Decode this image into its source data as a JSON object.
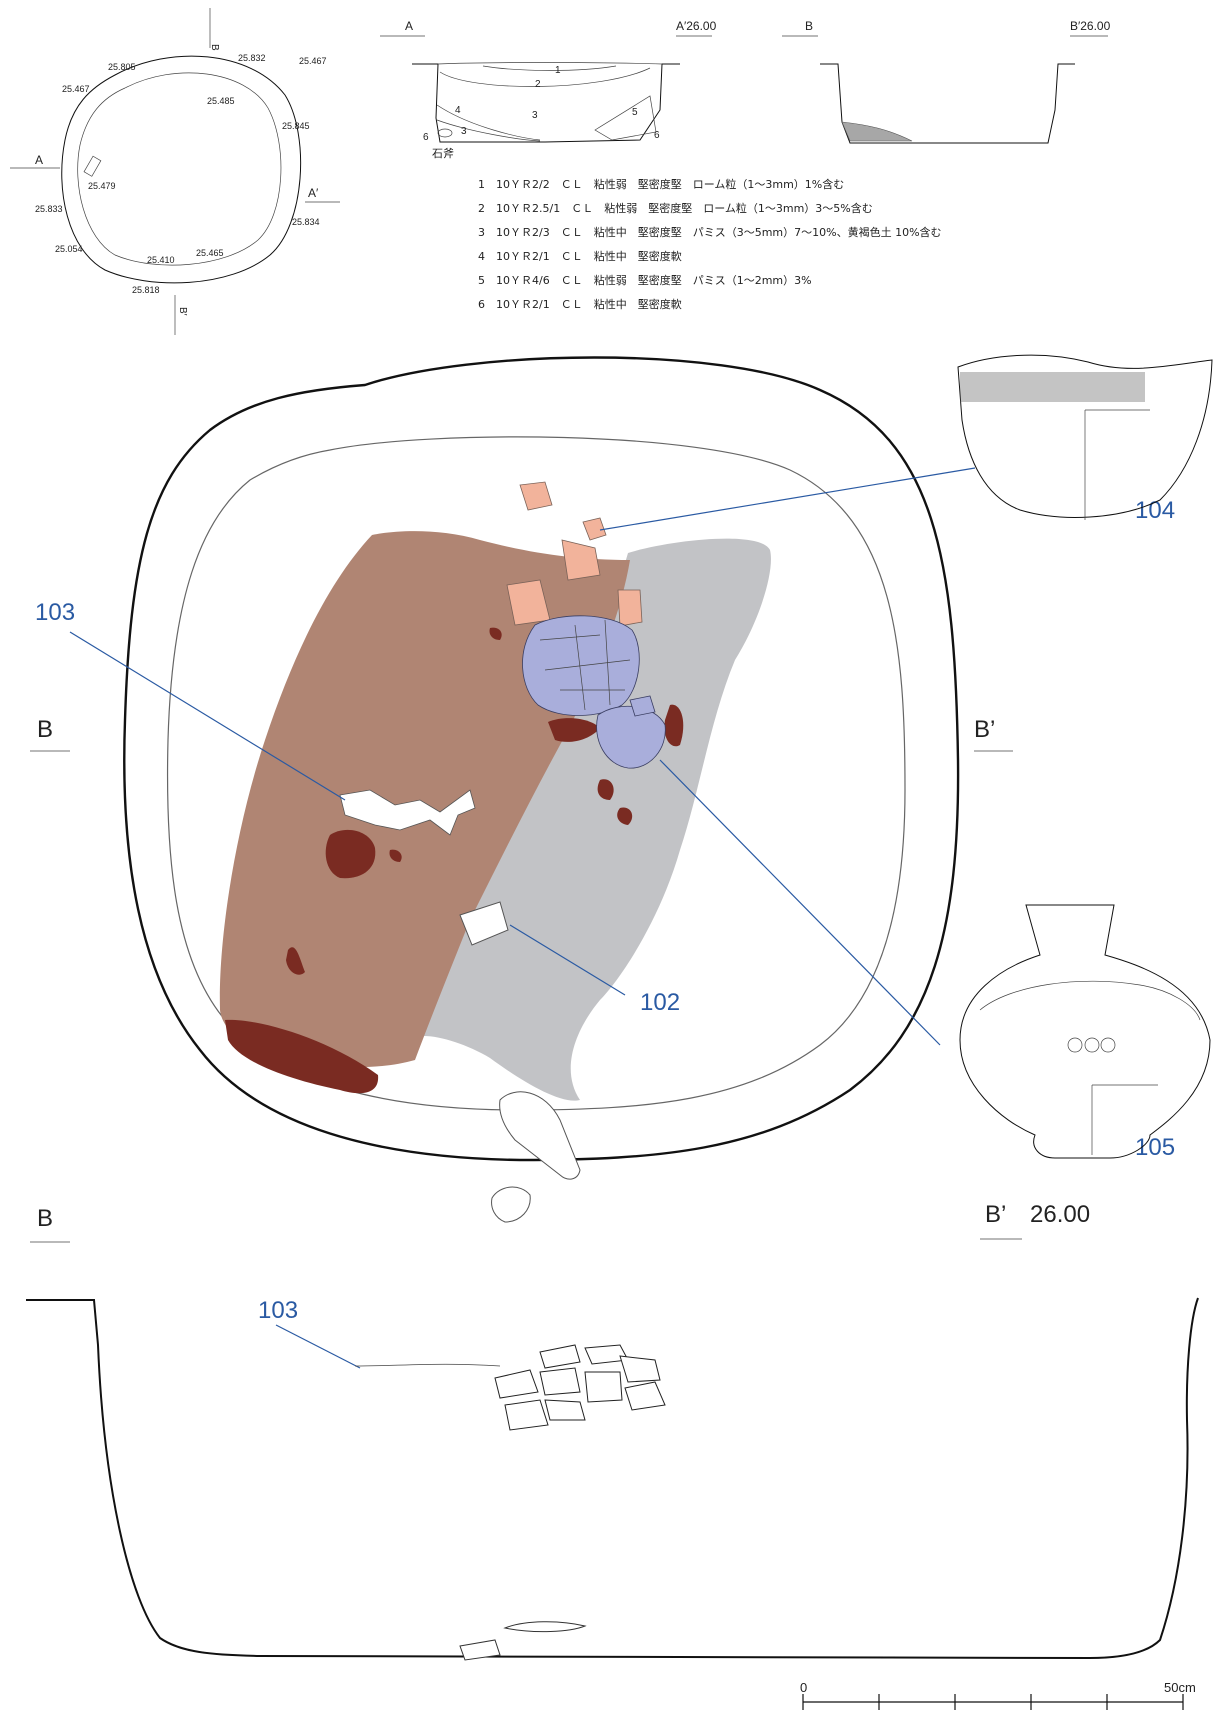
{
  "plan_small": {
    "elevations": [
      "25.805",
      "25.832",
      "25.467",
      "25.467",
      "25.485",
      "25.845",
      "25.479",
      "25.833",
      "25.834",
      "25.054",
      "25.410",
      "25.465",
      "25.818"
    ],
    "axis_a": "A",
    "axis_a_prime": "A′",
    "axis_b": "B",
    "axis_b_prime": "B′"
  },
  "section_a": {
    "left_label": "A",
    "right_label": "A′26.00",
    "layers": [
      "1",
      "2",
      "3",
      "4",
      "3",
      "5",
      "6",
      "6"
    ],
    "artifact_label": "石斧"
  },
  "section_b_small": {
    "left_label": "B",
    "right_label": "B′26.00"
  },
  "soil_legend": [
    "1　10ＹＲ2/2　ＣＬ　粘性弱　堅密度堅　ローム粒（1～3mm）1%含む",
    "2　10ＹＲ2.5/1　ＣＬ　粘性弱　堅密度堅　ローム粒（1～3mm）3～5%含む",
    "3　10ＹＲ2/3　ＣＬ　粘性中　堅密度堅　パミス（3～5mm）7～10%、黄褐色土 10%含む",
    "4　10ＹＲ2/1　ＣＬ　粘性中　堅密度軟",
    "5　10ＹＲ4/6　ＣＬ　粘性弱　堅密度堅　パミス（1～2mm）3%",
    "6　10ＹＲ2/1　ＣＬ　粘性中　堅密度軟"
  ],
  "main_plan": {
    "section_left": "B",
    "section_right": "B’",
    "callouts": [
      "103",
      "104",
      "102",
      "105"
    ]
  },
  "main_section": {
    "left_label": "B",
    "right_label": "B’",
    "elevation": "26.00",
    "callout": "103"
  },
  "scale_bar": {
    "start": "0",
    "end": "50cm",
    "divisions": 5
  },
  "colors": {
    "brown_fill": "#b08573",
    "dark_red": "#7a2b22",
    "gray_fill": "#c2c3c6",
    "pottery_pink": "#f2b39b",
    "pottery_blue": "#a9aedb",
    "leader_blue": "#2a5aa3"
  }
}
